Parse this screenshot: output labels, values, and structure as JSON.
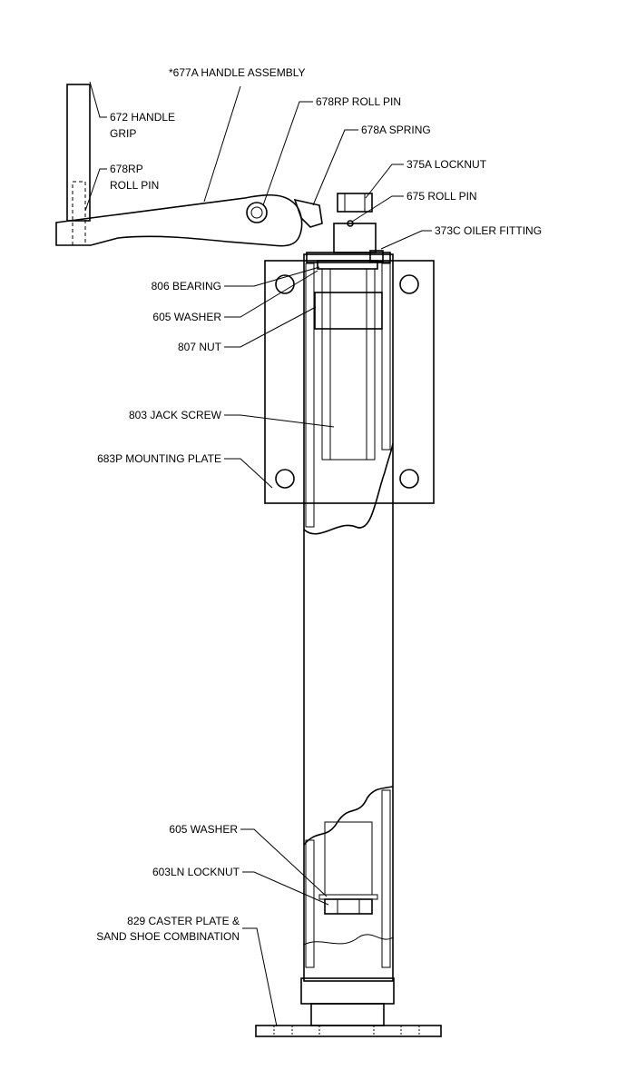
{
  "diagram": {
    "labels": {
      "handle_assembly": "*677A HANDLE ASSEMBLY",
      "handle_roll_pin": "678RP ROLL PIN",
      "handle_grip_1": "672 HANDLE",
      "handle_grip_2": "GRIP",
      "spring": "678A SPRING",
      "grip_roll_pin_1": "678RP",
      "grip_roll_pin_2": "ROLL PIN",
      "locknut_top": "375A LOCKNUT",
      "roll_pin_675": "675 ROLL PIN",
      "oiler_fitting": "373C OILER FITTING",
      "bearing": "806 BEARING",
      "washer_top": "605 WASHER",
      "nut": "807 NUT",
      "jack_screw": "803 JACK SCREW",
      "mounting_plate": "683P MOUNTING PLATE",
      "washer_bottom": "605 WASHER",
      "locknut_bottom": "603LN LOCKNUT",
      "caster_plate_1": "829 CASTER PLATE &",
      "caster_plate_2": "SAND SHOE COMBINATION"
    }
  }
}
